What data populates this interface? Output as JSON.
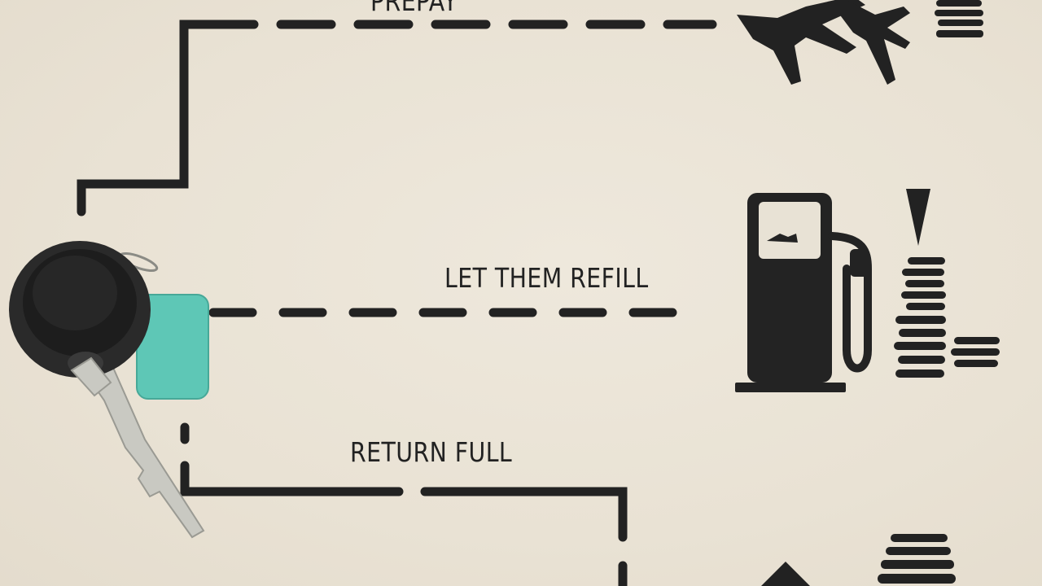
{
  "options": [
    {
      "id": "prepay",
      "label": "PREPAY",
      "icon": "airplane-icon"
    },
    {
      "id": "refill",
      "label": "LET THEM REFILL",
      "icon": "fuel-pump-icon"
    },
    {
      "id": "return",
      "label": "RETURN FULL",
      "icon": "coin-stack-icon"
    }
  ],
  "colors": {
    "background": "#ebe5d8",
    "ink": "#222222",
    "key_tag": "#5ec7b6",
    "key_fob": "#2a2a2a",
    "key_blade": "#c9c9c2"
  }
}
